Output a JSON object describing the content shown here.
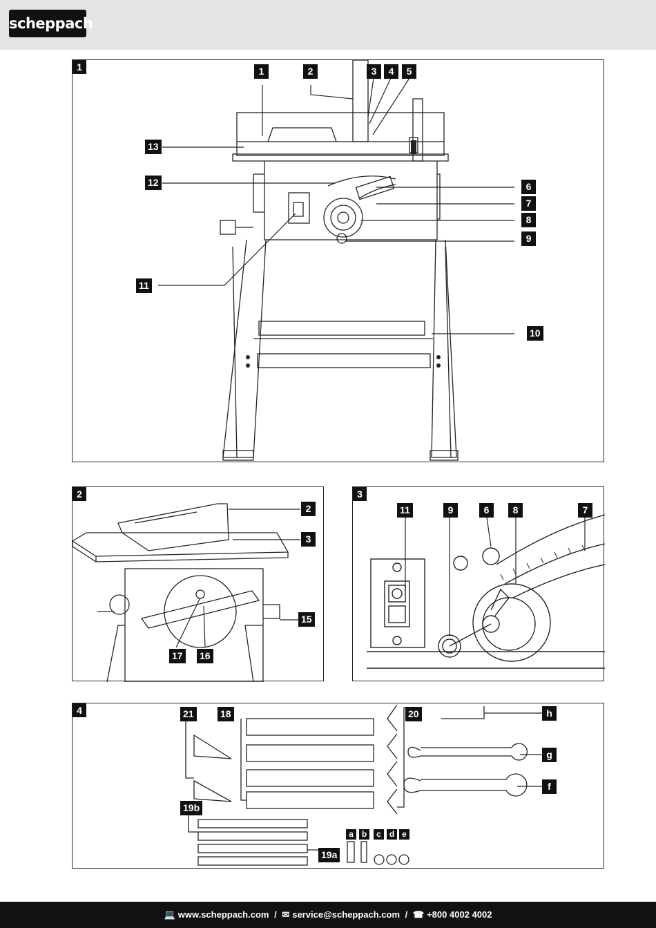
{
  "header": {
    "brand": "scheppach"
  },
  "figures": {
    "fig1": {
      "number": "1",
      "labels": [
        "1",
        "2",
        "3",
        "4",
        "5",
        "6",
        "7",
        "8",
        "9",
        "10",
        "11",
        "12",
        "13"
      ]
    },
    "fig2": {
      "number": "2",
      "labels": [
        "2",
        "3",
        "15",
        "17",
        "16"
      ]
    },
    "fig3": {
      "number": "3",
      "labels": [
        "11",
        "9",
        "6",
        "8",
        "7"
      ]
    },
    "fig4": {
      "number": "4",
      "labels": [
        "21",
        "18",
        "20",
        "h",
        "g",
        "f",
        "19b",
        "19a",
        "a",
        "b",
        "c",
        "d",
        "e"
      ]
    }
  },
  "footer": {
    "web_icon": "computer-icon",
    "website": "www.scheppach.com",
    "sep1": "/",
    "mail_icon": "mail-icon",
    "email": "service@scheppach.com",
    "sep2": "/",
    "phone_icon": "phone-icon",
    "phone": "+800 4002 4002"
  }
}
